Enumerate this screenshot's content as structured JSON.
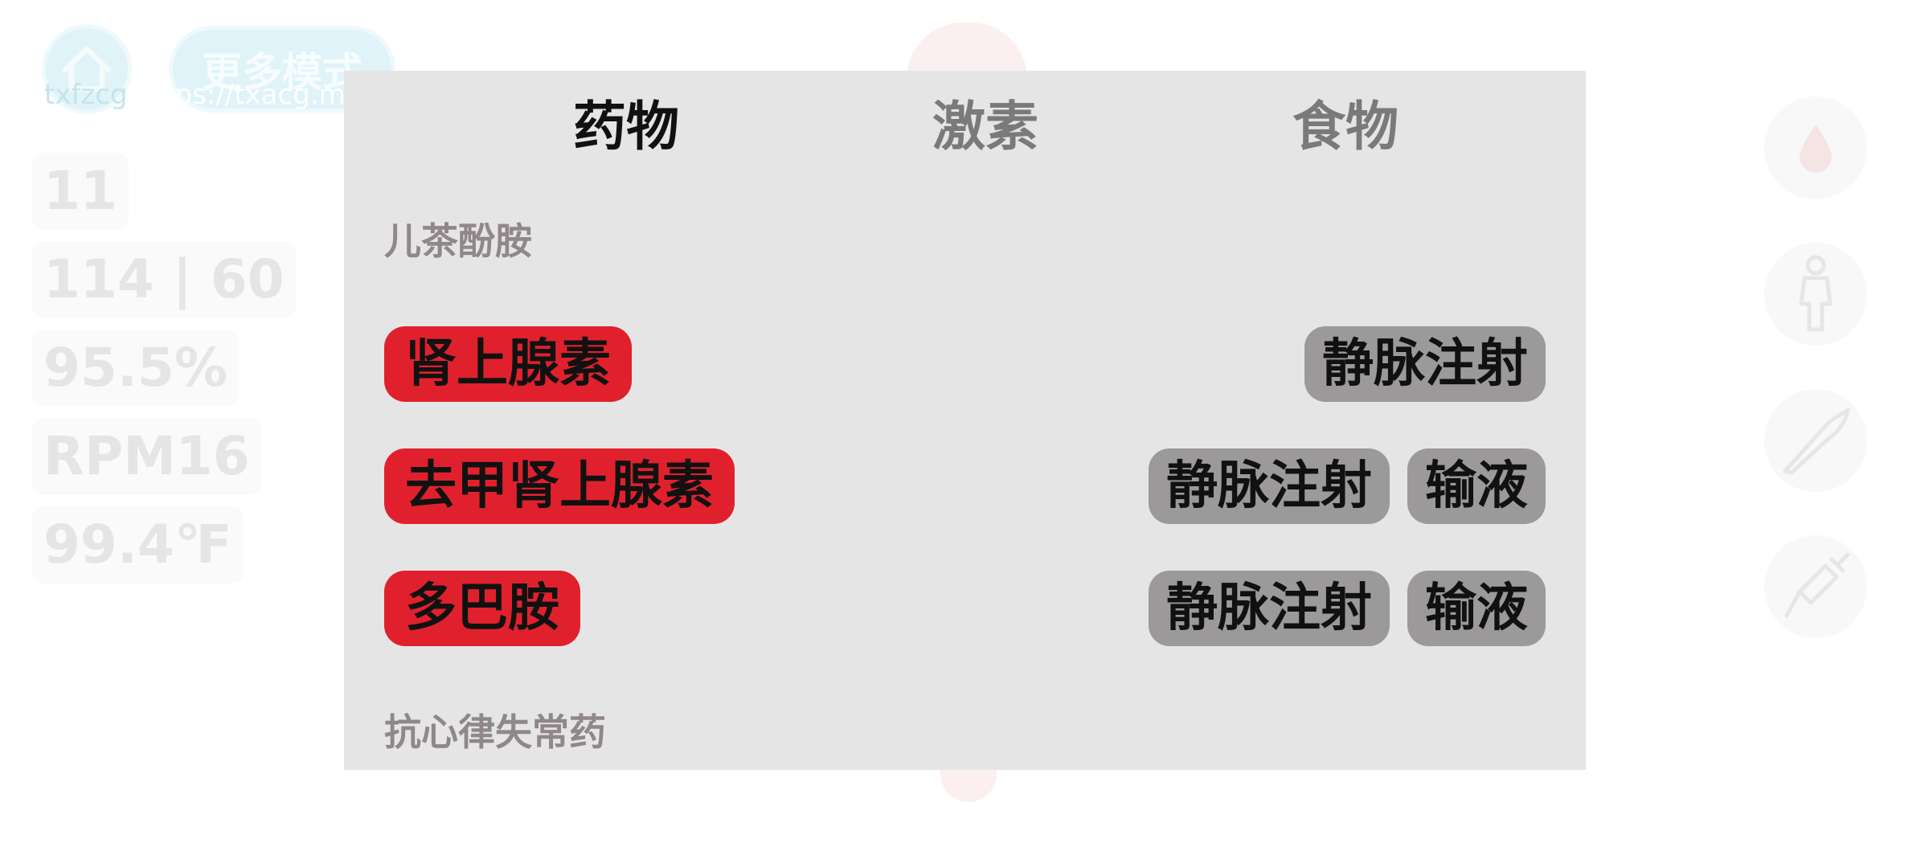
{
  "background": {
    "mode_button_label": "更多模式",
    "url_text_prefix": "txfzcg ",
    "url_text": "https://txacg.me/",
    "vitals": [
      "11",
      "114 | 60",
      "95.5%",
      "RPM16",
      "99.4℉"
    ],
    "right_icons": [
      "blood-drop-icon",
      "body-figure-icon",
      "scalpel-icon",
      "syringe-icon"
    ]
  },
  "panel": {
    "tabs": [
      {
        "label": "药物",
        "active": true
      },
      {
        "label": "激素",
        "active": false
      },
      {
        "label": "食物",
        "active": false
      }
    ],
    "sections": [
      {
        "title": "儿茶酚胺",
        "drugs": [
          {
            "name": "肾上腺素",
            "actions": [
              "静脉注射"
            ]
          },
          {
            "name": "去甲肾上腺素",
            "actions": [
              "静脉注射",
              "输液"
            ]
          },
          {
            "name": "多巴胺",
            "actions": [
              "静脉注射",
              "输液"
            ]
          }
        ]
      },
      {
        "title": "抗心律失常药",
        "drugs": []
      }
    ]
  },
  "colors": {
    "panel_bg": "#e6e5e6",
    "drug_red": "#e0212d",
    "action_gray": "#9b9999",
    "section_title": "#8f8789"
  }
}
